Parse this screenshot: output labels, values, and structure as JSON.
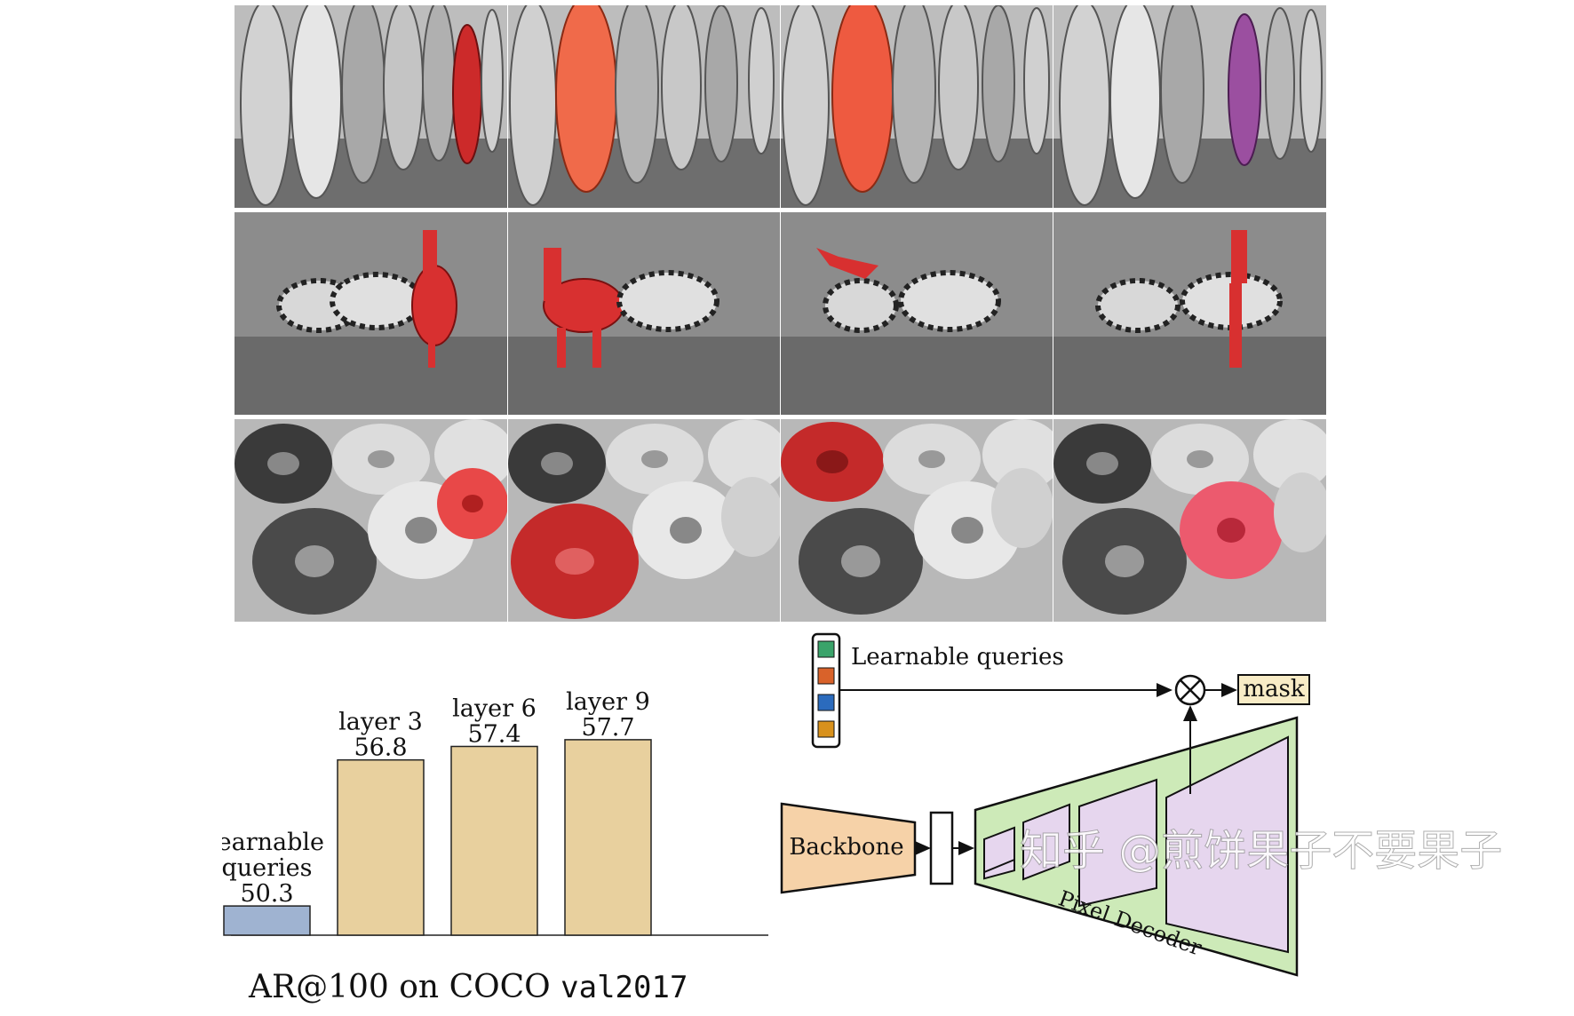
{
  "figure": {
    "rows": [
      {
        "scene": "surfboards",
        "highlights": [
          "red",
          "orange",
          "orange",
          "purple"
        ]
      },
      {
        "scene": "zebras",
        "highlights": [
          "red",
          "red",
          "red",
          "red"
        ]
      },
      {
        "scene": "donuts",
        "highlights": [
          "red",
          "red",
          "red",
          "pink"
        ]
      }
    ]
  },
  "chart_data": {
    "type": "bar",
    "categories": [
      "learnable queries",
      "layer 3",
      "layer 6",
      "layer 9"
    ],
    "values": [
      50.3,
      56.8,
      57.4,
      57.7
    ],
    "bar_labels": [
      [
        "learnable",
        "queries",
        "50.3"
      ],
      [
        "layer 3",
        "56.8"
      ],
      [
        "layer 6",
        "57.4"
      ],
      [
        "layer 9",
        "57.7"
      ]
    ],
    "colors": [
      "#9fb3d1",
      "#e8d09e",
      "#e8d09e",
      "#e8d09e"
    ],
    "caption_main": "AR@100 on COCO ",
    "caption_code": "val2017"
  },
  "diagram": {
    "queries_label": "Learnable queries",
    "query_colors": [
      "#3aa36a",
      "#d9622a",
      "#2b6bbd",
      "#d8911c"
    ],
    "mask_label": "mask",
    "backbone_label": "Backbone",
    "decoder_label": "Pixel Decoder",
    "watermark": "知乎 @煎饼果子不要果子"
  }
}
